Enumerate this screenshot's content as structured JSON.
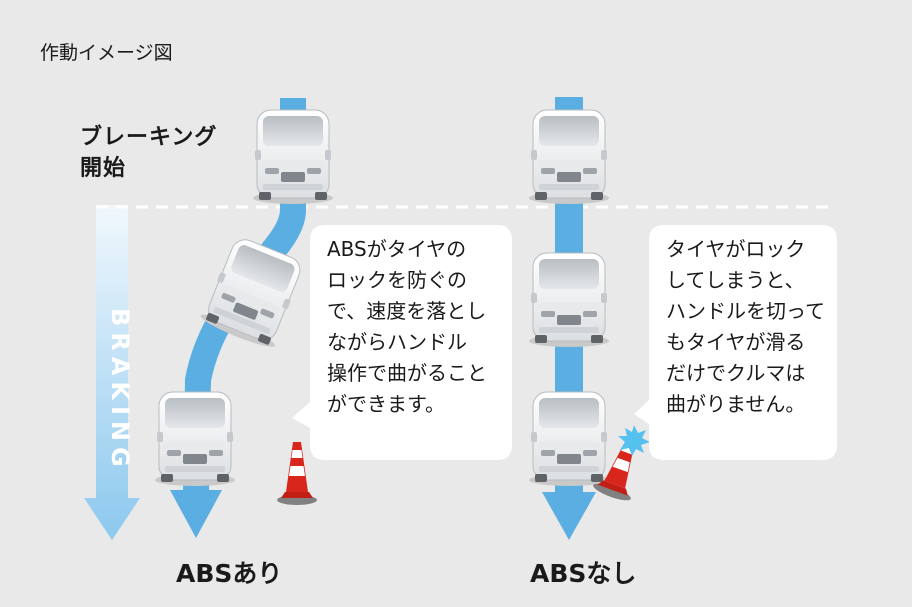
{
  "header_label": "作動イメージ図",
  "braking_start_label_line1": "ブレーキング",
  "braking_start_label_line2": "開始",
  "braking_arrow_label": "BRAKING",
  "left_panel": {
    "bubble_lines": [
      "ABSがタイヤの",
      "ロックを防ぐの",
      "で、速度を落とし",
      "ながらハンドル",
      "操作で曲がること",
      "ができます。"
    ],
    "bottom_label": "ABSあり"
  },
  "right_panel": {
    "bubble_lines": [
      "タイヤがロック",
      "してしまうと、",
      "ハンドルを切って",
      "もタイヤが滑る",
      "だけでクルマは",
      "曲がりません。"
    ],
    "bottom_label": "ABSなし"
  },
  "colors": {
    "background": "#e9e9e9",
    "path_blue": "#5aaee2",
    "braking_arrow_top": "#f1f8fd",
    "braking_arrow_bottom": "#8cc8ee",
    "cone_red": "#d9261c",
    "impact_burst": "#55c1ef",
    "car_white": "#f4f5f6"
  }
}
